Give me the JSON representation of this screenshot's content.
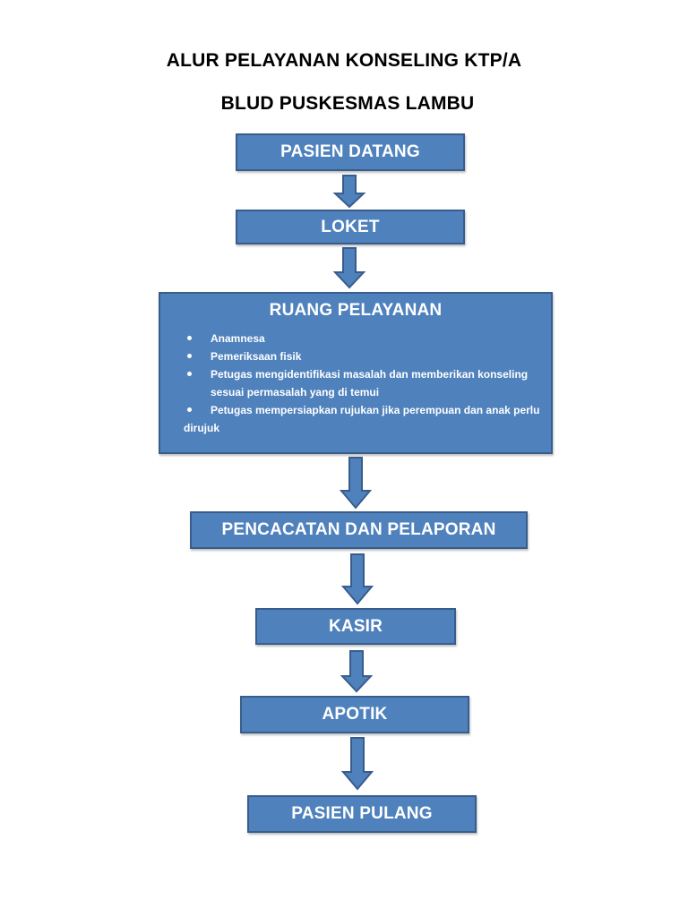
{
  "title": {
    "line1": "ALUR PELAYANAN KONSELING KTP/A",
    "line2": "BLUD PUSKESMAS LAMBU"
  },
  "colors": {
    "box_fill": "#4f81bd",
    "box_border": "#385d8a",
    "box_text": "#ffffff"
  },
  "flow": {
    "step1": "PASIEN DATANG",
    "step2": "LOKET",
    "step3": {
      "label": "RUANG PELAYANAN",
      "items": [
        "Anamnesa",
        "Pemeriksaan fisik",
        "Petugas mengidentifikasi masalah dan memberikan konseling",
        "sesuai permasalah yang di temui",
        "Petugas mempersiapkan rujukan jika perempuan dan anak perlu",
        "dirujuk"
      ]
    },
    "step4": "PENCACATAN DAN PELAPORAN",
    "step5": "KASIR",
    "step6": "APOTIK",
    "step7": "PASIEN PULANG"
  }
}
